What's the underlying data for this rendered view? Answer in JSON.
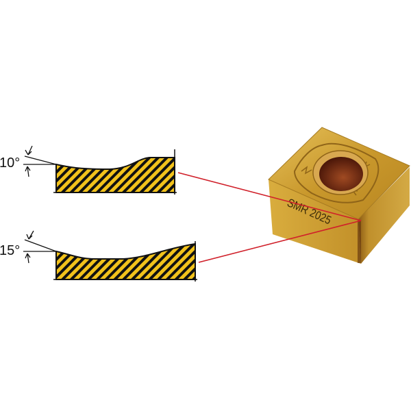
{
  "profiles": [
    {
      "angle_label": "10°"
    },
    {
      "angle_label": "15°"
    }
  ],
  "insert": {
    "marking": "SMR 2025"
  },
  "colors": {
    "hatch_fill": "#f2c21b",
    "hatch_line": "#111111",
    "leader_line": "#d0202a",
    "insert_gold": "#c99a2e",
    "insert_hole": "#6a2410"
  }
}
